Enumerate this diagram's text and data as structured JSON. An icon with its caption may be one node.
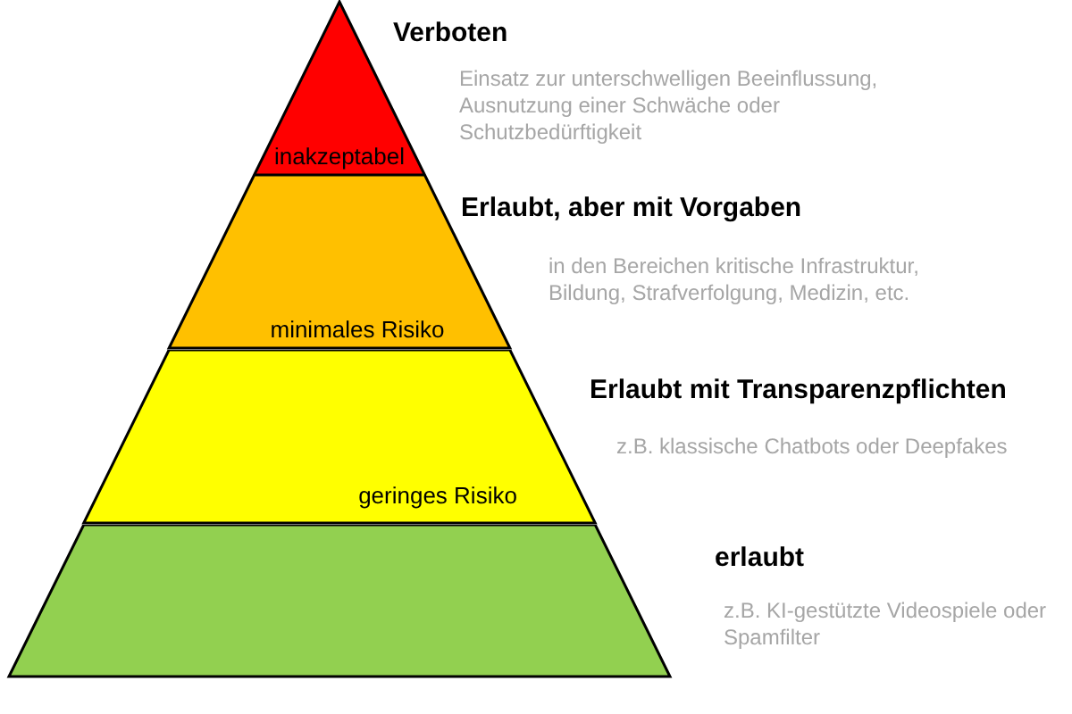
{
  "diagram": {
    "nodes": [
      {
        "text": [
          "inakzeptabel"
        ],
        "beside": [
          "Verboten",
          "Einsatz zur unterschwelligen Beeinflussung, Ausnutzung einer Schwäche oder Schutzbedürftigkeit"
        ]
      },
      {
        "text": [
          "minimales Risiko"
        ],
        "beside": [
          "Erlaubt, aber mit Vorgaben",
          "in den Bereichen kritische Infrastruktur, Bildung, Strafverfolgung, Medizin, etc."
        ]
      },
      {
        "text": [
          "geringes Risiko"
        ],
        "beside": [
          "Erlaubt mit Transparenzpflichten",
          "z.B. klassische Chatbots oder Deepfakes"
        ]
      },
      {
        "text": [],
        "shape": "trapezoid",
        "beside": [
          "erlaubt",
          "z.B. KI-gestützte Videospiele oder Spamfilter"
        ]
      }
    ]
  }
}
